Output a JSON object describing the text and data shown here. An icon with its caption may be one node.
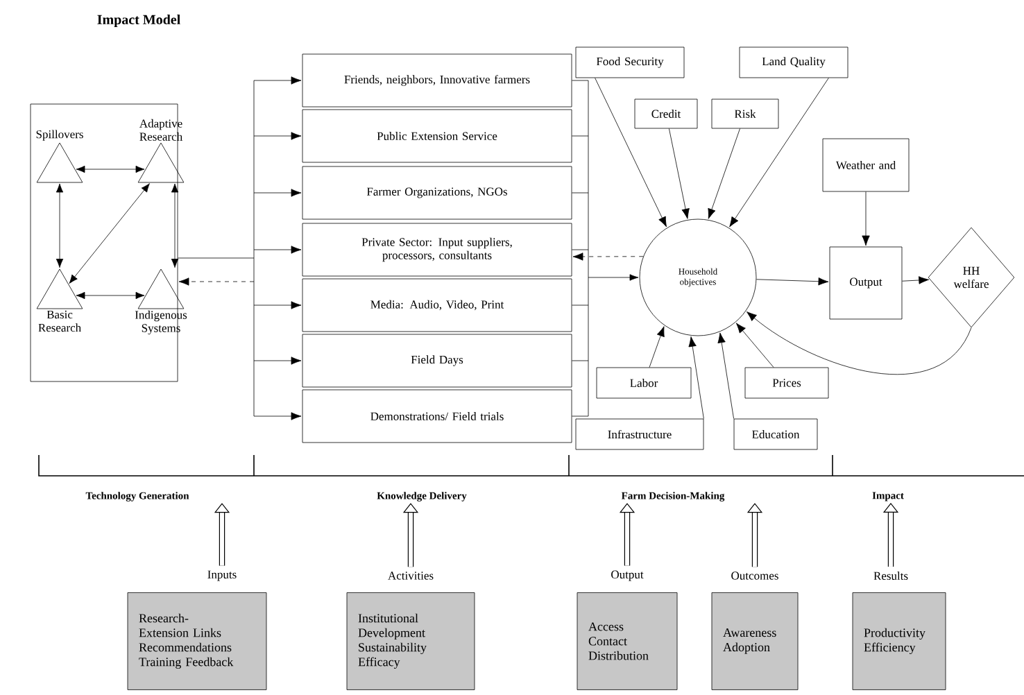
{
  "diagram": {
    "title": "Impact Model",
    "nodes": [
      {
        "text": [],
        "shape": "box"
      },
      {
        "text": [
          "Spillovers"
        ],
        "in": 0
      },
      {
        "text": [
          "Adaptive Research"
        ],
        "in": 0
      },
      {
        "text": [
          "Basic Research"
        ],
        "in": 0
      },
      {
        "text": [
          "Indigenous Systems"
        ],
        "in": 0
      },
      {
        "text": [
          "Friends, neighbors, Innovative farmers"
        ]
      },
      {
        "text": [
          "Public Extension Service"
        ]
      },
      {
        "text": [
          "Farmer Organizations, NGOs"
        ]
      },
      {
        "text": [
          "Private Sector: Input suppliers, processors, consultants"
        ]
      },
      {
        "text": [
          "Media: Audio, Video, Print"
        ]
      },
      {
        "text": [
          "Field Days"
        ]
      },
      {
        "text": [
          "Demonstrations/ Field trials"
        ]
      },
      {
        "text": [
          "Food Security"
        ]
      },
      {
        "text": [
          "Land Quality"
        ]
      },
      {
        "text": [
          "Credit"
        ]
      },
      {
        "text": [
          "Risk"
        ]
      },
      {
        "text": [
          "Weather and"
        ]
      },
      {
        "text": [
          "Household objectives"
        ]
      },
      {
        "text": [
          "Output"
        ]
      },
      {
        "text": [
          "HH welfare"
        ]
      },
      {
        "text": [
          "Labor"
        ]
      },
      {
        "text": [
          "Prices"
        ]
      },
      {
        "text": [
          "Infrastructure"
        ]
      },
      {
        "text": [
          "Education"
        ]
      },
      {
        "text": [
          "Inputs",
          "Research-Extension Links Recommendations Training Feedback"
        ]
      },
      {
        "text": [
          "Activities",
          "Institutional Development Sustainability Efficacy"
        ]
      },
      {
        "text": [
          "Output",
          "Access Contact Distribution"
        ]
      },
      {
        "text": [
          "Outcomes",
          "Awareness Adoption"
        ]
      },
      {
        "text": [
          "Results",
          "Productivity Efficiency"
        ]
      },
      {
        "text": [
          "Technology Generation"
        ]
      },
      {
        "text": [
          "Knowledge Delivery"
        ]
      },
      {
        "text": [
          "Farm Decision-Making"
        ]
      },
      {
        "text": [
          "Impact"
        ]
      }
    ],
    "edges": [
      {
        "from": 0,
        "to": 5,
        "arrow": "to"
      },
      {
        "from": 0,
        "to": 6,
        "arrow": "to"
      },
      {
        "from": 0,
        "to": 7,
        "arrow": "to"
      },
      {
        "from": 0,
        "to": 8,
        "arrow": "to"
      },
      {
        "from": 0,
        "to": 9,
        "arrow": "to"
      },
      {
        "from": 0,
        "to": 10,
        "arrow": "to"
      },
      {
        "from": 0,
        "to": 11,
        "arrow": "to"
      },
      {
        "from": null,
        "to": 0,
        "arrow": "to",
        "style": "dashed"
      },
      {
        "from": 5,
        "to": 17,
        "arrow": "to"
      },
      {
        "from": 6,
        "to": 17,
        "arrow": "to"
      },
      {
        "from": 7,
        "to": 17,
        "arrow": "to"
      },
      {
        "from": 8,
        "to": 17,
        "arrow": "to"
      },
      {
        "from": 9,
        "to": 17,
        "arrow": "to"
      },
      {
        "from": 10,
        "to": 17,
        "arrow": "to"
      },
      {
        "from": 11,
        "to": 17,
        "arrow": "to"
      },
      {
        "from": 17,
        "to": 8,
        "arrow": "to",
        "style": "dashed"
      },
      {
        "from": 12,
        "to": 17,
        "arrow": "to"
      },
      {
        "from": 14,
        "to": 17,
        "arrow": "to"
      },
      {
        "from": 15,
        "to": 17,
        "arrow": "to"
      },
      {
        "from": 13,
        "to": 17,
        "arrow": "to"
      },
      {
        "from": 20,
        "to": 17,
        "arrow": "to"
      },
      {
        "from": 22,
        "to": 17,
        "arrow": "to"
      },
      {
        "from": 23,
        "to": 17,
        "arrow": "to"
      },
      {
        "from": 21,
        "to": 17,
        "arrow": "to"
      },
      {
        "from": 16,
        "to": 18,
        "arrow": "to"
      },
      {
        "from": 17,
        "to": 18,
        "arrow": "to"
      },
      {
        "from": 18,
        "to": 19,
        "arrow": "to"
      },
      {
        "from": 19,
        "to": 17,
        "arrow": "to"
      },
      {
        "from": 1,
        "to": 2,
        "arrow": "both"
      },
      {
        "from": 1,
        "to": 3,
        "arrow": "both"
      },
      {
        "from": 2,
        "to": 4,
        "arrow": "both"
      },
      {
        "from": 3,
        "to": 4,
        "arrow": "both"
      },
      {
        "from": 2,
        "to": 3,
        "arrow": "both"
      },
      {
        "from": 24,
        "to": 29,
        "arrow": "to",
        "style": "thick"
      },
      {
        "from": 25,
        "to": 30,
        "arrow": "to",
        "style": "thick"
      },
      {
        "from": 26,
        "to": 31,
        "arrow": "to",
        "style": "thick"
      },
      {
        "from": 27,
        "to": 31,
        "arrow": "to",
        "style": "thick"
      },
      {
        "from": 28,
        "to": 32,
        "arrow": "to",
        "style": "thick"
      }
    ]
  }
}
